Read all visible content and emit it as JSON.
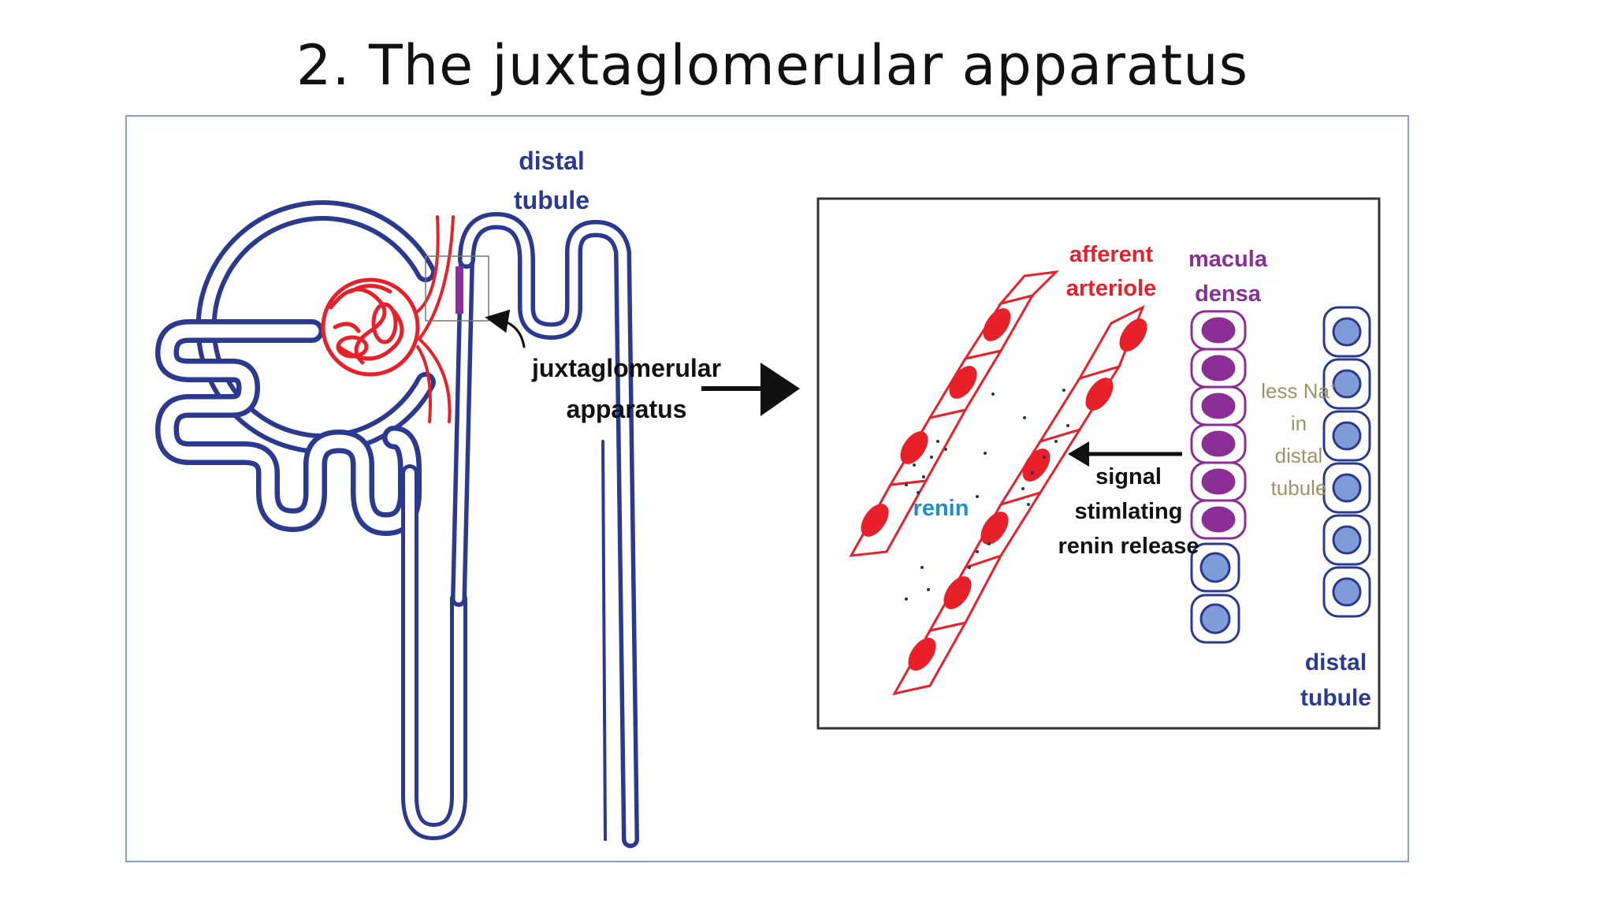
{
  "title": "2. The juxtaglomerular apparatus",
  "colors": {
    "tubule": "#2b3a8f",
    "vessel": "#e8202a",
    "macula": "#8b2f97",
    "renin": "#1a8fd0",
    "text": "#111111",
    "note": "#9c9468",
    "frame": "#8a9ec7",
    "cell_blue": "#7f9bd8"
  },
  "labels": {
    "distal_tubule_top_line1": "distal",
    "distal_tubule_top_line2": "tubule",
    "jga_line1": "juxtaglomerular",
    "jga_line2": "apparatus",
    "afferent_line1": "afferent",
    "afferent_line2": "arteriole",
    "macula_line1": "macula",
    "macula_line2": "densa",
    "renin": "renin",
    "signal_line1": "signal",
    "signal_line2": "stimlating",
    "signal_line3": "renin release",
    "less_na_line1": "less Na",
    "less_na_sup": "+",
    "less_na_line2": "in",
    "less_na_line3": "distal",
    "less_na_line4": "tubule",
    "distal_tubule_bottom_line1": "distal",
    "distal_tubule_bottom_line2": "tubule"
  }
}
